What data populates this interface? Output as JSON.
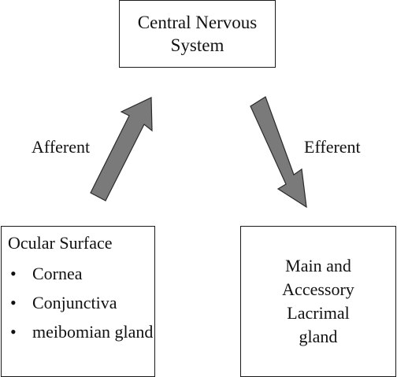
{
  "diagram": {
    "top_box": {
      "line1": "Central Nervous",
      "line2": "System"
    },
    "left_box": {
      "title": "Ocular Surface",
      "items": [
        "Cornea",
        "Conjunctiva",
        "meibomian gland"
      ]
    },
    "right_box": {
      "line1": "Main and",
      "line2": "Accessory",
      "line3": "Lacrimal",
      "line4": "gland"
    },
    "arrows": {
      "left_label": "Afferent",
      "right_label": "Efferent"
    },
    "bullet_glyph": "•",
    "colors": {
      "arrow_fill": "#7a7a7a",
      "arrow_stroke": "#2a2a2a",
      "border": "#1a1a1a",
      "text": "#111111"
    }
  }
}
